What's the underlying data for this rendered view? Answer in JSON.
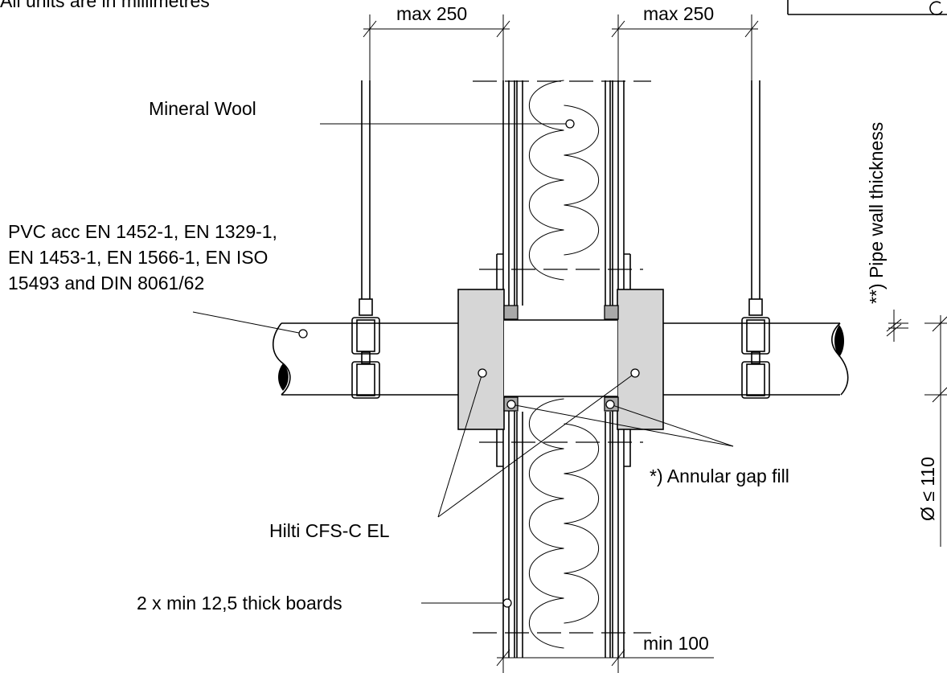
{
  "header_note": "All units are in millimetres",
  "labels": {
    "mineral_wool": "Mineral Wool",
    "pvc_line1": "PVC acc EN 1452-1, EN 1329-1,",
    "pvc_line2": "EN 1453-1, EN 1566-1, EN ISO",
    "pvc_line3": "15493 and DIN 8061/62",
    "annular_gap": "*) Annular gap fill",
    "hilti": "Hilti CFS-C EL",
    "boards": "2 x min 12,5 thick boards"
  },
  "dimensions": {
    "max_left": "max 250",
    "max_right": "max 250",
    "min_wall": "min 100",
    "pipe_wall": "**) Pipe wall thickness",
    "diameter": "Ø ≤ 110"
  }
}
